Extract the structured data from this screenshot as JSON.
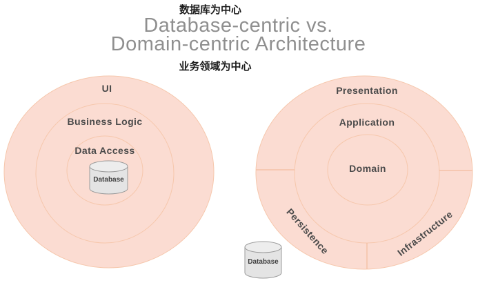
{
  "header": {
    "cn_top": "数据库为中心",
    "title_line1": "Database-centric vs.",
    "title_line2": "Domain-centric Architecture",
    "cn_bottom": "业务领域为中心"
  },
  "left_diagram": {
    "type": "concentric-rings",
    "outer_label": "UI",
    "middle_label": "Business Logic",
    "inner_label": "Data Access",
    "database_label": "Database",
    "database_position": "center"
  },
  "right_diagram": {
    "type": "concentric-rings-with-sectors",
    "outer_top_label": "Presentation",
    "middle_label": "Application",
    "inner_label": "Domain",
    "outer_bottom_left_label": "Persistence",
    "outer_bottom_right_label": "Infrastructure",
    "database_label": "Database",
    "database_position": "outside-bottom-left"
  },
  "colors": {
    "ring_fill": "#fbdcd2",
    "ring_stroke": "#f6c7ac",
    "label_text": "#4a4a4a",
    "title_text": "#8f8f8f",
    "cn_text": "#1c1c1c",
    "cylinder_fill": "#e4e4e4",
    "cylinder_stroke": "#9b9b9b"
  }
}
